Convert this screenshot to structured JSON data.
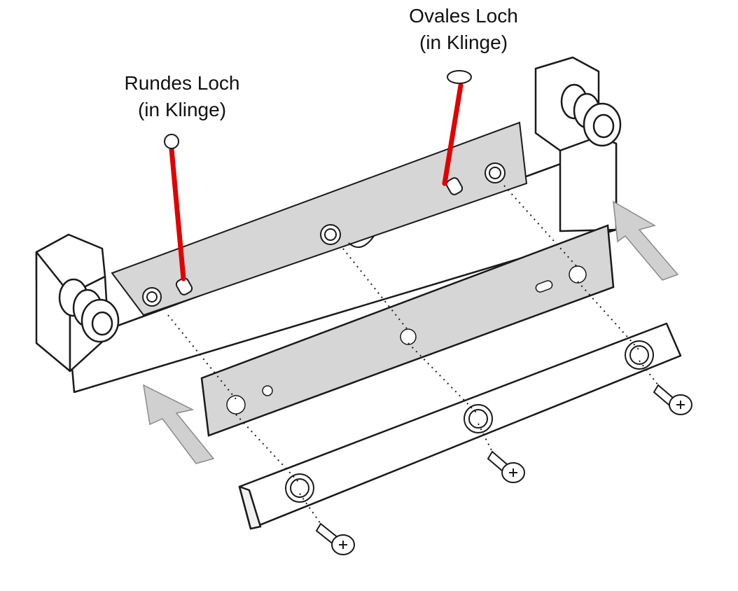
{
  "labels": {
    "round_hole": {
      "line1": "Rundes Loch",
      "line2": "(in Klinge)"
    },
    "oval_hole": {
      "line1": "Ovales Loch",
      "line2": "(in Klinge)"
    }
  },
  "colors": {
    "callout": "#e00000",
    "blade": "#d6d6d6",
    "outline": "#1a1a1a",
    "arrow": "#d0d0d0"
  },
  "icons": [
    "round-hole-marker-icon",
    "oval-hole-marker-icon",
    "screw-icon",
    "assembly-arrow-icon"
  ]
}
